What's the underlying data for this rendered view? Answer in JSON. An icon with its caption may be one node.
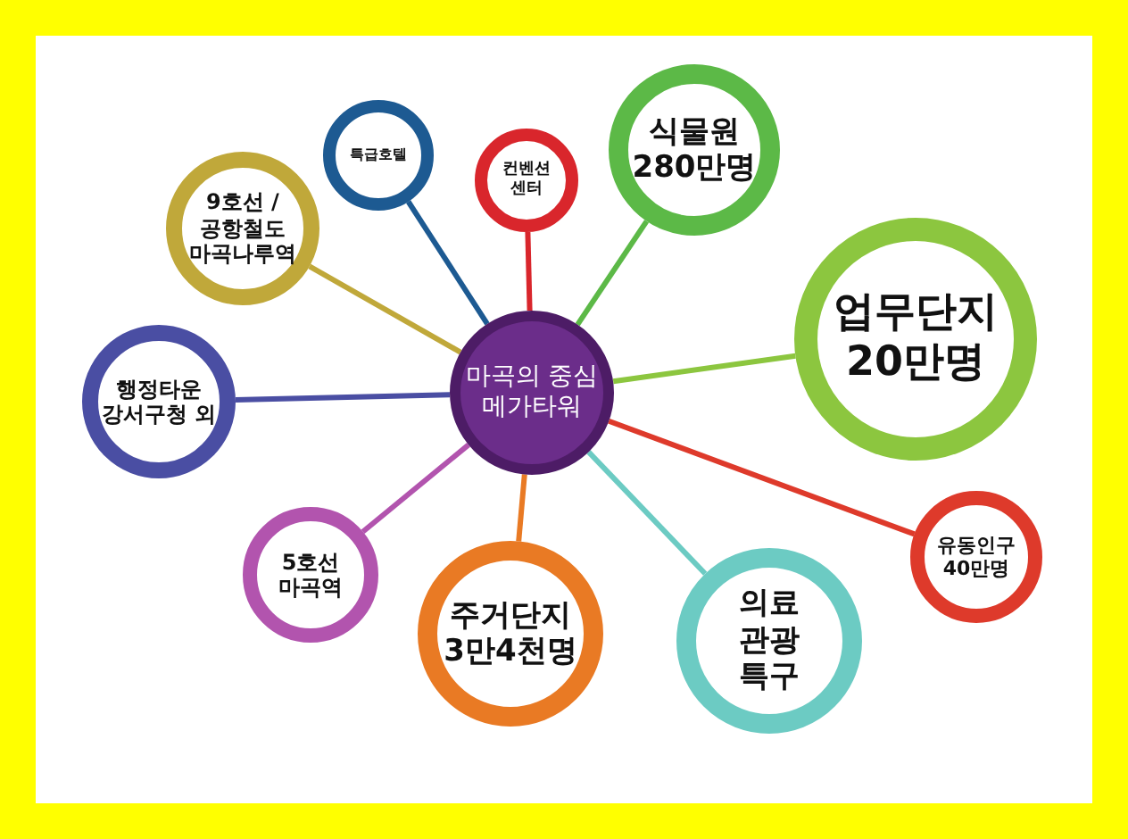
{
  "diagram": {
    "nodes": [
      {
        "text": [
          "마곡의 중심 메가타워"
        ]
      },
      {
        "text": [
          "특급호텔"
        ]
      },
      {
        "text": [
          "컨벤션 센터"
        ]
      },
      {
        "text": [
          "식물원 280만명"
        ]
      },
      {
        "text": [
          "업무단지 20만명"
        ]
      },
      {
        "text": [
          "9호선 /공항철도 마곡나루역"
        ]
      },
      {
        "text": [
          "행정타운 강서구청 외"
        ]
      },
      {
        "text": [
          "5호선 마곡역"
        ]
      },
      {
        "text": [
          "주거단지 3만4천명"
        ]
      },
      {
        "text": [
          "의료 관광 특구"
        ]
      },
      {
        "text": [
          "유동인구 40만명"
        ]
      }
    ],
    "edges": [
      {
        "from": 0,
        "to": 1,
        "arrow": "none",
        "color": "#1d5a92"
      },
      {
        "from": 0,
        "to": 2,
        "arrow": "none",
        "color": "#d9262c"
      },
      {
        "from": 0,
        "to": 3,
        "arrow": "none",
        "color": "#5cb947"
      },
      {
        "from": 0,
        "to": 4,
        "arrow": "none",
        "color": "#8cc63f"
      },
      {
        "from": 0,
        "to": 5,
        "arrow": "none",
        "color": "#c0a83a"
      },
      {
        "from": 0,
        "to": 6,
        "arrow": "none",
        "color": "#4a4ea3"
      },
      {
        "from": 0,
        "to": 7,
        "arrow": "none",
        "color": "#b254ae"
      },
      {
        "from": 0,
        "to": 8,
        "arrow": "none",
        "color": "#e97a24"
      },
      {
        "from": 0,
        "to": 9,
        "arrow": "none",
        "color": "#6ccbc3"
      },
      {
        "from": 0,
        "to": 10,
        "arrow": "none",
        "color": "#de3a2b"
      }
    ]
  }
}
